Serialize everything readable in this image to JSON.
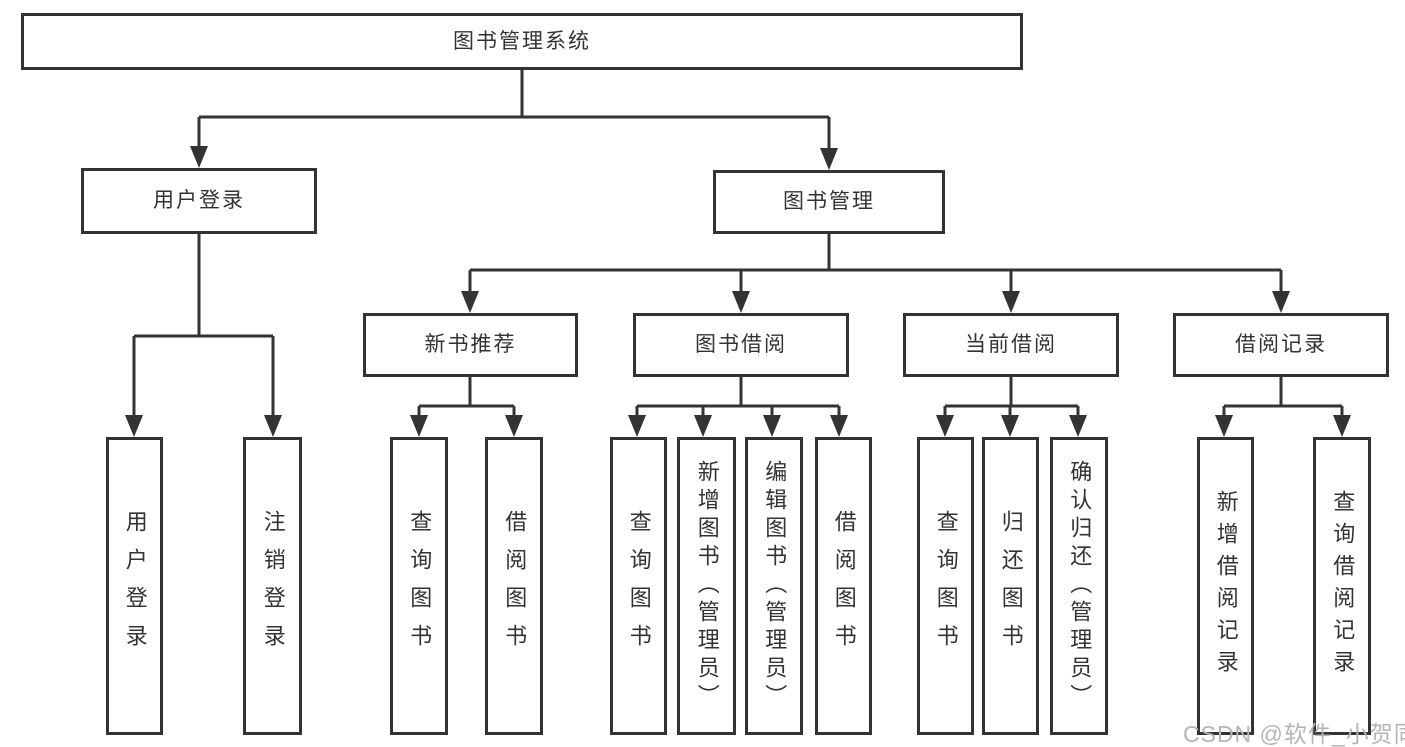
{
  "root": {
    "label": "图书管理系统"
  },
  "level2": {
    "user_login": {
      "label": "用户登录"
    },
    "book_mgmt": {
      "label": "图书管理"
    }
  },
  "level3": {
    "new_books": {
      "label": "新书推荐"
    },
    "borrowing": {
      "label": "图书借阅"
    },
    "current": {
      "label": "当前借阅"
    },
    "records": {
      "label": "借阅记录"
    }
  },
  "level4": {
    "user_login": [
      {
        "label": "用户登录"
      },
      {
        "label": "注销登录"
      }
    ],
    "new_books": [
      {
        "label": "查询图书"
      },
      {
        "label": "借阅图书"
      }
    ],
    "borrowing": [
      {
        "label": "查询图书"
      },
      {
        "label": "新增图书（管理员）"
      },
      {
        "label": "编辑图书（管理员）"
      },
      {
        "label": "借阅图书"
      }
    ],
    "current": [
      {
        "label": "查询图书"
      },
      {
        "label": "归还图书"
      },
      {
        "label": "确认归还（管理员）"
      }
    ],
    "records": [
      {
        "label": "新增借阅记录"
      },
      {
        "label": "查询借阅记录"
      }
    ]
  },
  "watermark": {
    "text": "CSDN @软件_小贺同学"
  },
  "colors": {
    "line": "#333333",
    "text": "#333333",
    "watermark": "#b5b5b5",
    "background": "#ffffff"
  }
}
